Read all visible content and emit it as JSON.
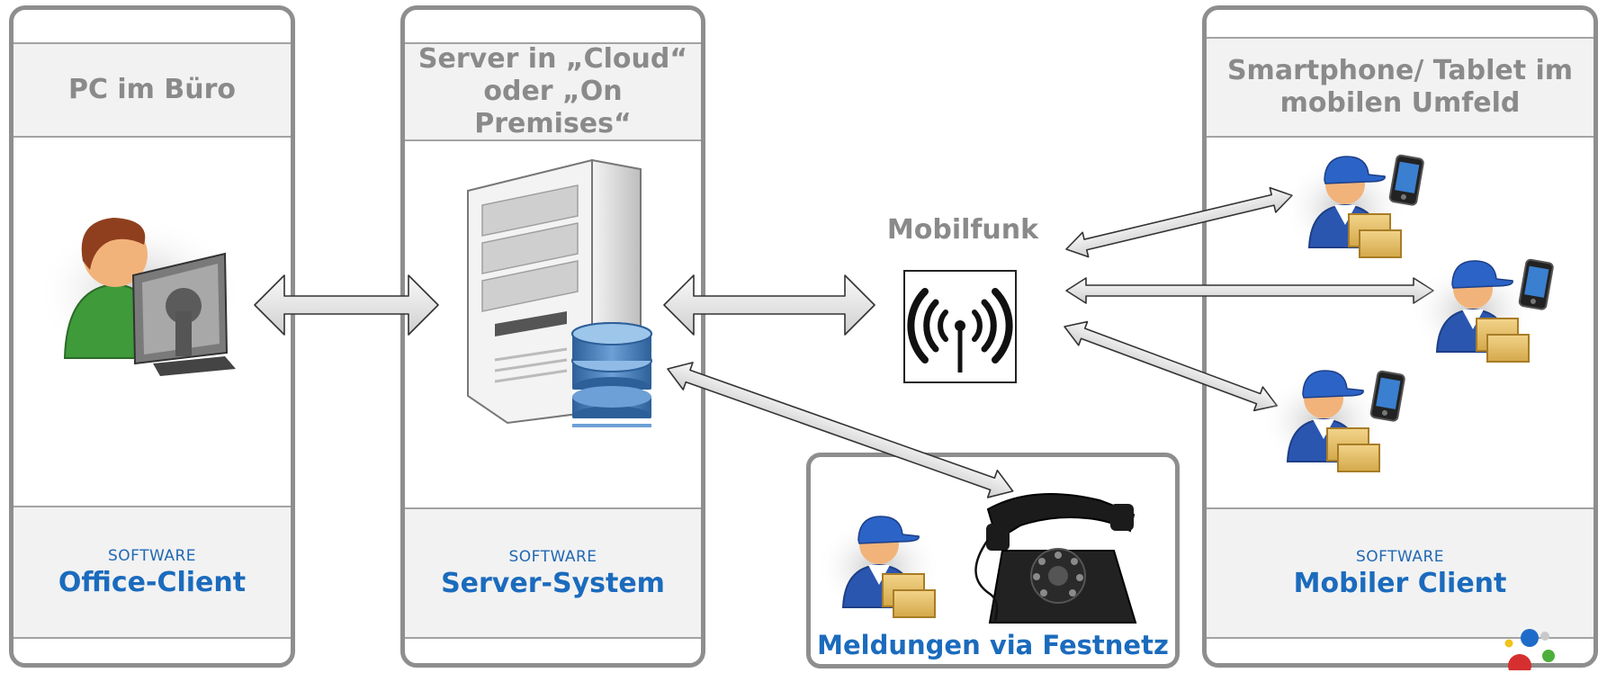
{
  "columns": {
    "office": {
      "heading": "PC im Büro",
      "software_label": "SOFTWARE",
      "software_name": "Office-Client"
    },
    "server": {
      "heading_line1": "Server in „Cloud“",
      "heading_line2": "oder „On Premises“",
      "software_label": "SOFTWARE",
      "software_name": "Server-System"
    },
    "mobile": {
      "heading_line1": "Smartphone/ Tablet im",
      "heading_line2": "mobilen  Umfeld",
      "software_label": "SOFTWARE",
      "software_name": "Mobiler Client"
    }
  },
  "network": {
    "mobile_label": "Mobilfunk"
  },
  "landline": {
    "label": "Meldungen via Festnetz"
  },
  "colors": {
    "accent_blue": "#1b6bbd",
    "heading_gray": "#8a8a8a",
    "border_gray": "#8e8e8e"
  },
  "icons": [
    "office-user-icon",
    "server-icon",
    "database-icon",
    "antenna-icon",
    "delivery-worker-icon",
    "smartphone-icon",
    "package-icon",
    "rotary-phone-icon",
    "logo-icon"
  ]
}
